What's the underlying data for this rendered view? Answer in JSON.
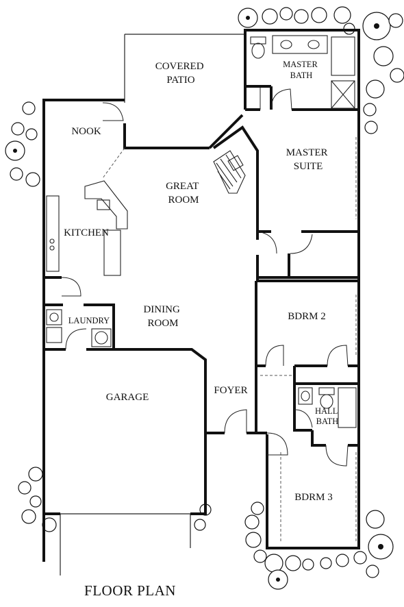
{
  "rooms": {
    "covered_patio": [
      "COVERED",
      "PATIO"
    ],
    "master_bath": [
      "MASTER",
      "BATH"
    ],
    "nook": "NOOK",
    "master_suite": [
      "MASTER",
      "SUITE"
    ],
    "great_room": [
      "GREAT",
      "ROOM"
    ],
    "kitchen": "KITCHEN",
    "dining_room": [
      "DINING",
      "ROOM"
    ],
    "laundry": "LAUNDRY",
    "bdrm2": "BDRM 2",
    "garage": "GARAGE",
    "foyer": "FOYER",
    "hall_bath": [
      "HALL",
      "BATH"
    ],
    "bdrm3": "BDRM 3"
  },
  "caption": "FLOOR PLAN"
}
